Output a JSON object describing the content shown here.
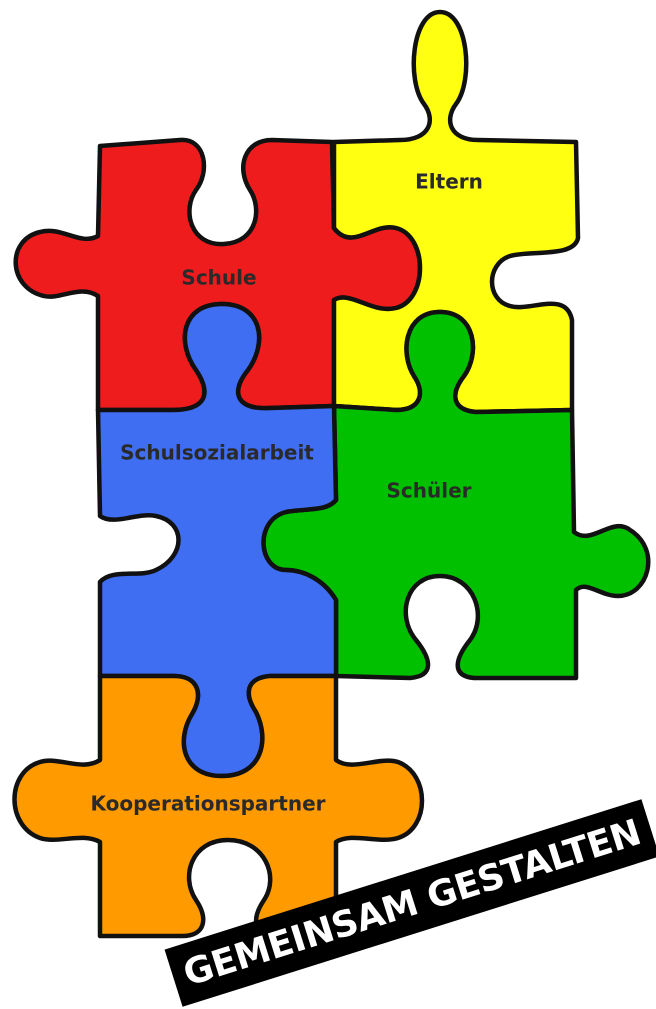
{
  "pieces": [
    {
      "key": "schule",
      "label": "Schule",
      "color": "#ee1c1c"
    },
    {
      "key": "eltern",
      "label": "Eltern",
      "color": "#ffff11"
    },
    {
      "key": "schulsozialarbeit",
      "label": "Schulsozialarbeit",
      "color": "#3f6ef2"
    },
    {
      "key": "schueler",
      "label": "Schüler",
      "color": "#00c000"
    },
    {
      "key": "kooperationspartner",
      "label": "Kooperationspartner",
      "color": "#ff9a00"
    }
  ],
  "banner": {
    "text": "GEMEINSAM GESTALTEN",
    "background": "#000000",
    "color": "#ffffff"
  }
}
